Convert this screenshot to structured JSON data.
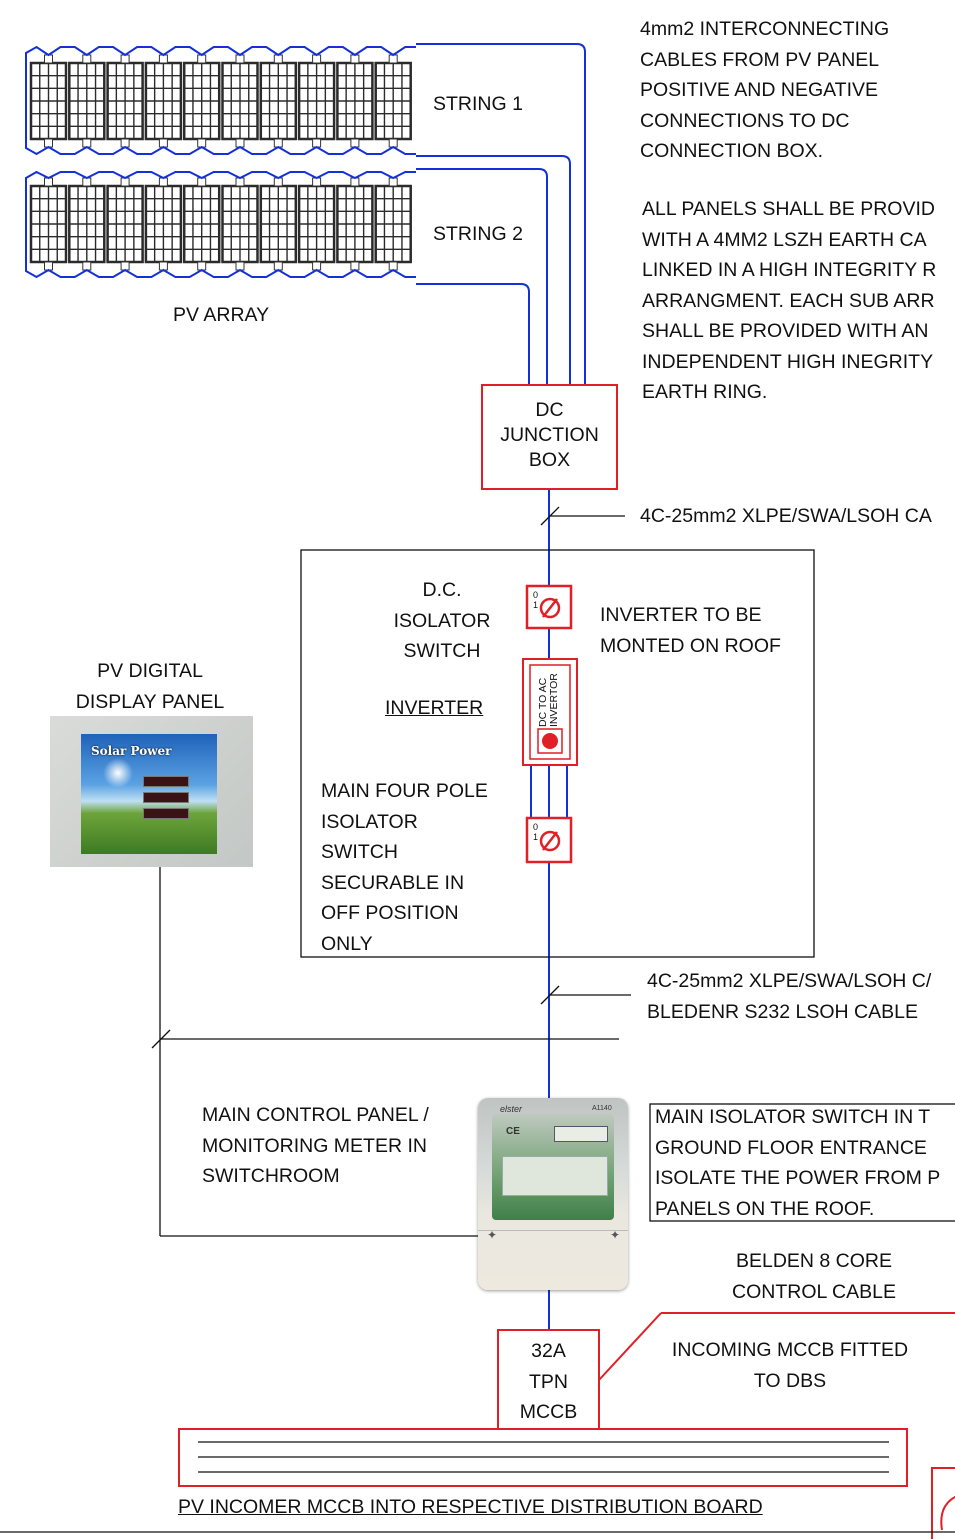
{
  "pv_array": {
    "label": "PV ARRAY",
    "strings": [
      {
        "label": "STRING 1"
      },
      {
        "label": "STRING 2"
      }
    ],
    "panels_per_string": 10
  },
  "notes": {
    "cables_note": [
      "4mm2 INTERCONNECTING",
      "CABLES FROM PV PANEL",
      "POSITIVE AND NEGATIVE",
      "CONNECTIONS TO DC",
      "CONNECTION BOX."
    ],
    "earth_note": [
      "ALL PANELS SHALL BE PROVID",
      "WITH A 4MM2 LSZH EARTH CA",
      "LINKED IN A HIGH INTEGRITY R",
      "ARRANGMENT. EACH SUB ARR",
      "SHALL BE PROVIDED WITH AN",
      "INDEPENDENT HIGH INEGRITY",
      "EARTH RING."
    ]
  },
  "dc_junction_box": {
    "lines": [
      "DC",
      "JUNCTION",
      "BOX"
    ]
  },
  "cable_labels": {
    "upper": "4C-25mm2 XLPE/SWA/LSOH CA",
    "lower": [
      "4C-25mm2 XLPE/SWA/LSOH C/",
      "BLEDENR S232 LSOH CABLE"
    ]
  },
  "dc_isolator": {
    "lines": [
      "D.C.",
      "ISOLATOR",
      "SWITCH"
    ],
    "switch_marks": [
      "0",
      "1"
    ]
  },
  "inverter_note": [
    "INVERTER TO BE",
    "MONTED ON ROOF"
  ],
  "inverter": {
    "label": "INVERTER",
    "device_text": [
      "DC TO AC",
      "INVERTOR"
    ]
  },
  "main_isolator": {
    "lines": [
      "MAIN FOUR POLE",
      "ISOLATOR",
      "SWITCH",
      "SECURABLE IN",
      "OFF POSITION",
      "ONLY"
    ],
    "switch_marks": [
      "0",
      "1"
    ]
  },
  "display_panel": {
    "title": [
      "PV DIGITAL",
      "DISPLAY PANEL"
    ],
    "screen_title": "Solar Power"
  },
  "control_panel": {
    "lines": [
      "MAIN CONTROL PANEL /",
      "MONITORING METER IN",
      "SWITCHROOM"
    ],
    "meter_brand": "elster",
    "meter_model": "A1140",
    "meter_mark": "CE"
  },
  "main_isolator_note": [
    "MAIN ISOLATOR SWITCH IN T",
    "GROUND FLOOR ENTRANCE",
    "ISOLATE THE POWER FROM P",
    "PANELS ON THE ROOF."
  ],
  "belden_cable": [
    "BELDEN 8 CORE",
    "CONTROL CABLE"
  ],
  "mccb": {
    "lines": [
      "32A",
      "TPN",
      "MCCB"
    ]
  },
  "mccb_note": [
    "INCOMING MCCB FITTED",
    "TO DBS"
  ],
  "footer": "PV INCOMER MCCB INTO RESPECTIVE DISTRIBUTION BOARD",
  "colors": {
    "cable": "#1430d8",
    "device": "#e01f26",
    "line": "#111111",
    "panel_cell": "#2b2b2b"
  }
}
